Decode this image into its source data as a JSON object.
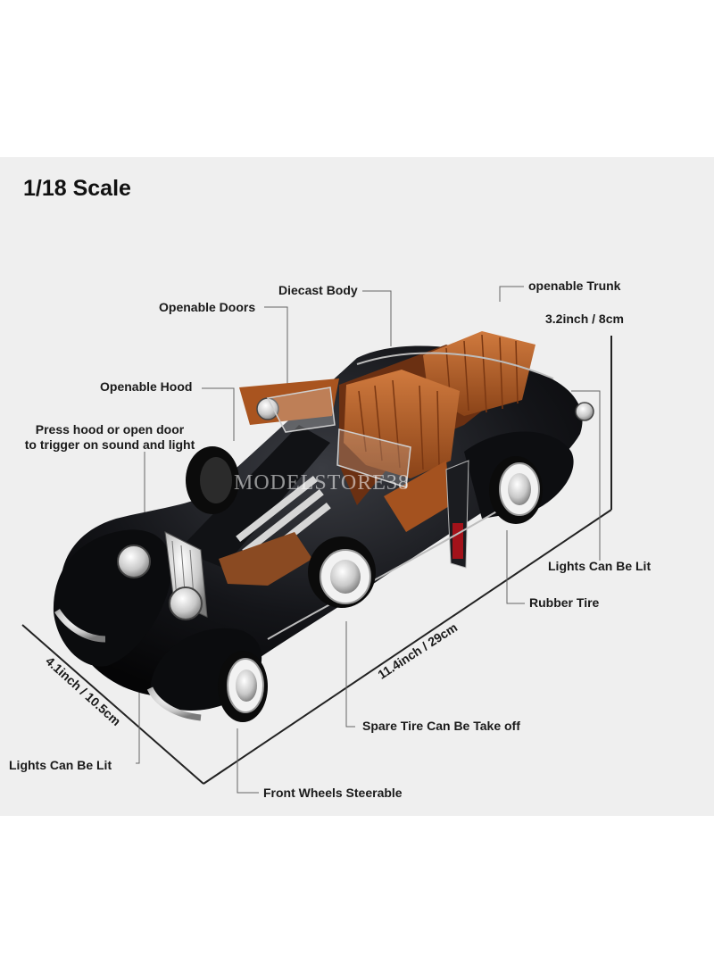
{
  "title": "1/18 Scale",
  "watermark": "MODELSTORE38",
  "labels": {
    "diecast_body": "Diecast Body",
    "openable_trunk": "openable Trunk",
    "openable_doors": "Openable Doors",
    "height": "3.2inch / 8cm",
    "openable_hood": "Openable Hood",
    "press_hood_line1": "Press hood or open door",
    "press_hood_line2": "to trigger on sound and light",
    "lights_rear": "Lights Can Be Lit",
    "rubber_tire": "Rubber Tire",
    "length": "11.4inch / 29cm",
    "width": "4.1inch / 10.5cm",
    "spare_tire": "Spare Tire Can Be Take off",
    "lights_front": "Lights Can Be Lit",
    "front_wheels": "Front Wheels Steerable"
  },
  "colors": {
    "background": "#efefef",
    "car_body": "#121316",
    "leather": "#b35d2a",
    "chrome": "#d9d9d9",
    "lines": "#222222"
  }
}
